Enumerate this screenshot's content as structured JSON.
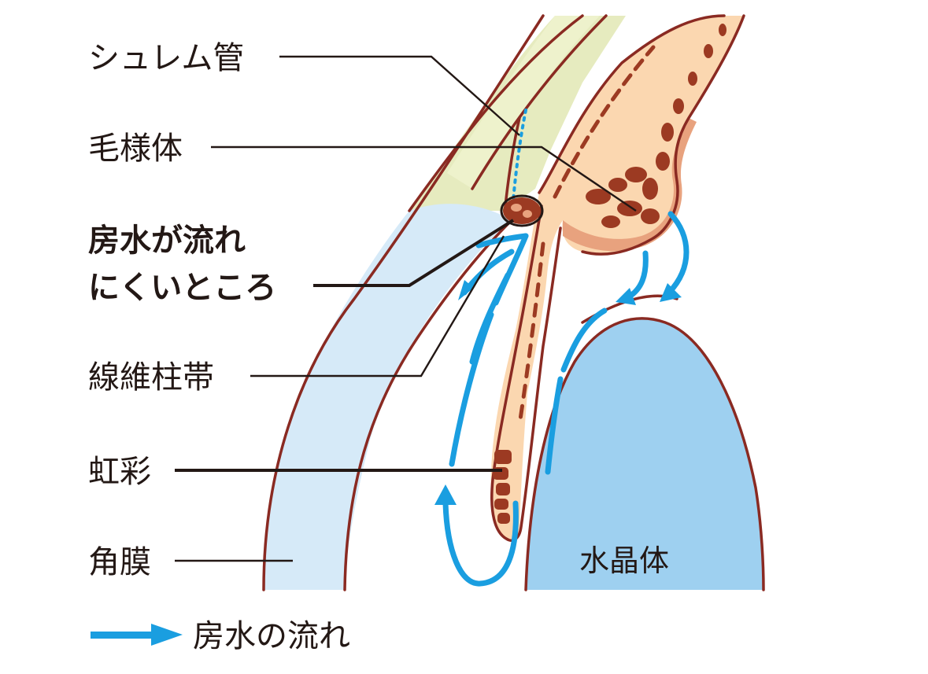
{
  "labels": {
    "schlemm": "シュレム管",
    "ciliary_body": "毛様体",
    "hard_flow_line1": "房水が流れ",
    "hard_flow_line2": "にくいところ",
    "zonule": "線維柱帯",
    "iris": "虹彩",
    "cornea": "角膜",
    "lens": "水晶体"
  },
  "legend": {
    "flow_label": "房水の流れ",
    "flow_color": "#1a9ee0"
  },
  "colors": {
    "sclera": "#e6ebbf",
    "cornea": "#d6eaf8",
    "lens": "#9ed0f0",
    "tissue": "#fbd7b0",
    "tissue_edge": "#e8a27e",
    "outline": "#8a2a22",
    "pigment": "#9c3a22",
    "ink": "#231815"
  },
  "icons": {
    "legend_arrow": "blue-right-arrow-icon"
  }
}
